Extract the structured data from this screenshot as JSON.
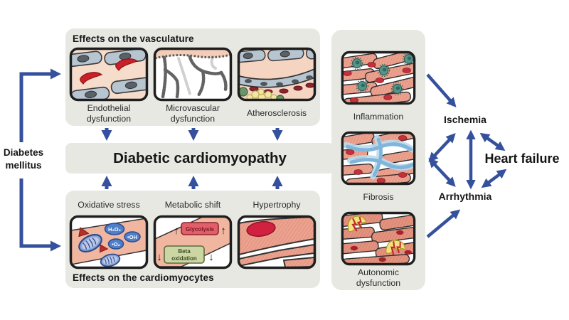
{
  "diagram": {
    "source_label": "Diabetes mellitus",
    "center_title": "Diabetic cardiomyopathy",
    "vasculature": {
      "title": "Effects on the vasculature",
      "items": [
        "Endothelial dysfunction",
        "Microvascular dysfunction",
        "Atherosclerosis"
      ]
    },
    "cardiomyocytes": {
      "title": "Effects on the cardiomyocytes",
      "items": [
        "Oxidative stress",
        "Metabolic shift",
        "Hypertrophy"
      ],
      "oxidative_molecules": [
        "H₂O₂",
        "•OH",
        "•O₂"
      ],
      "metabolic": {
        "increased": "Glycolysis",
        "decreased_lines": [
          "Beta",
          "oxidation"
        ],
        "up_symbol": "↑",
        "down_symbol": "↓"
      }
    },
    "myocardial_effects": {
      "items": [
        "Inflammation",
        "Fibrosis",
        "Autonomic dysfunction"
      ]
    },
    "outcomes": {
      "ischemia": "Ischemia",
      "heart_failure": "Heart failure",
      "arrhythmia": "Arrhythmia"
    }
  },
  "colors": {
    "arrow_blue": "#35509c",
    "panel_gray": "#e8e8e3",
    "myocyte_pink": "#eda28f",
    "immune_teal": "#57948b",
    "fibrosis_blue": "#7fb5da",
    "nerve_yellow": "#f3e27f",
    "rbc_red": "#c92127",
    "glycolysis_red": "#e05f6b",
    "beta_oxidation_green": "#ccd6a3"
  }
}
